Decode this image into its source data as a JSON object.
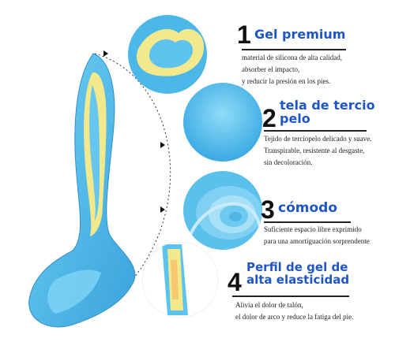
{
  "features": [
    {
      "number": "1",
      "title_lines": [
        "Gel premium"
      ],
      "desc_lines": [
        "material de silicona de alta calidad,",
        "absorber el impacto,",
        "y reducir la presión en los pies."
      ]
    },
    {
      "number": "2",
      "title_lines": [
        "tela de tercio",
        "pelo"
      ],
      "desc_lines": [
        "Tejido de terciopelo delicado y suave.",
        "Transpirable, resistente al desgaste,",
        "sin decoloración."
      ]
    },
    {
      "number": "3",
      "title_lines": [
        "cómodo"
      ],
      "desc_lines": [
        "Suficiente espacio libre exprimido",
        "para una amortiguación sorprendente"
      ]
    },
    {
      "number": "4",
      "title_lines": [
        "Perfil de gel de",
        "alta elasticidad"
      ],
      "desc_lines": [
        "Alivia el dolor de talón,",
        "el dolor de arco y reduce la fatiga del pie."
      ]
    }
  ],
  "colors": {
    "title": "#1f56c4",
    "insole_blue": "#5cc3ee",
    "insole_yellow": "#f2e98c",
    "rule": "#222222"
  }
}
